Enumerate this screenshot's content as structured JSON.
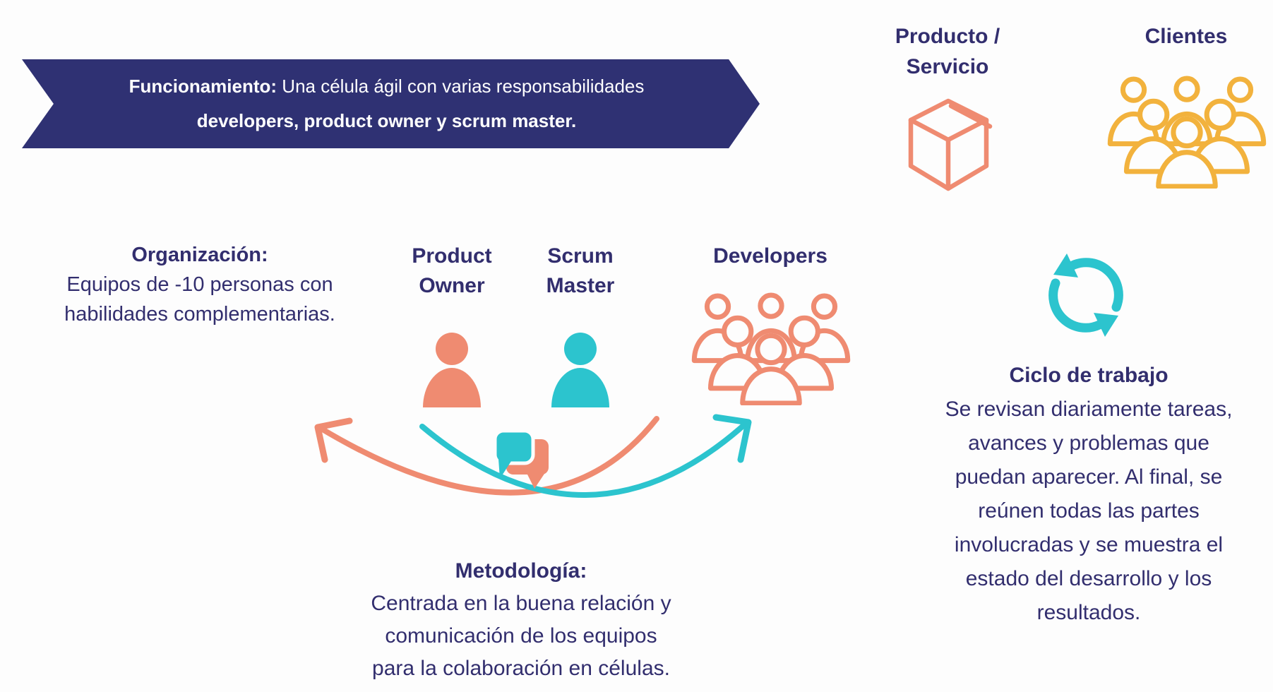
{
  "banner": {
    "bold_prefix": "Funcionamiento:",
    "line1_rest": " Una célula ágil con varias responsabilidades",
    "line2": "developers, product owner y scrum master."
  },
  "producto": {
    "label_line1": "Producto /",
    "label_line2": "Servicio"
  },
  "clientes": {
    "label": "Clientes"
  },
  "organizacion": {
    "title": "Organización:",
    "line1": "Equipos de -10 personas con",
    "line2": "habilidades complementarias."
  },
  "roles": {
    "product_owner": {
      "line1": "Product",
      "line2": "Owner"
    },
    "scrum_master": {
      "line1": "Scrum",
      "line2": "Master"
    },
    "developers": {
      "label": "Developers"
    }
  },
  "ciclo": {
    "title": "Ciclo de trabajo",
    "lines": [
      "Se revisan diariamente tareas,",
      "avances y problemas que",
      "puedan aparecer. Al final, se",
      "reúnen todas las partes",
      "involucradas y se muestra el",
      "estado del desarrollo y los",
      "resultados."
    ]
  },
  "metodologia": {
    "title": "Metodología:",
    "lines": [
      "Centrada en la buena relación y",
      "comunicación de los equipos",
      "para la colaboración en células."
    ]
  },
  "icons": [
    "box-icon",
    "clients-group-icon",
    "product-owner-person-icon",
    "scrum-master-person-icon",
    "developers-group-icon",
    "chat-bubbles-icon",
    "cycle-refresh-icon",
    "curved-arrow-left-icon",
    "curved-arrow-right-icon"
  ],
  "colors": {
    "navy": "#322e6e",
    "banner": "#2f3173",
    "salmon": "#ef8b71",
    "teal": "#2cc4ce",
    "yellow": "#f2b23d",
    "bg": "#fdfdfd",
    "white": "#ffffff"
  }
}
